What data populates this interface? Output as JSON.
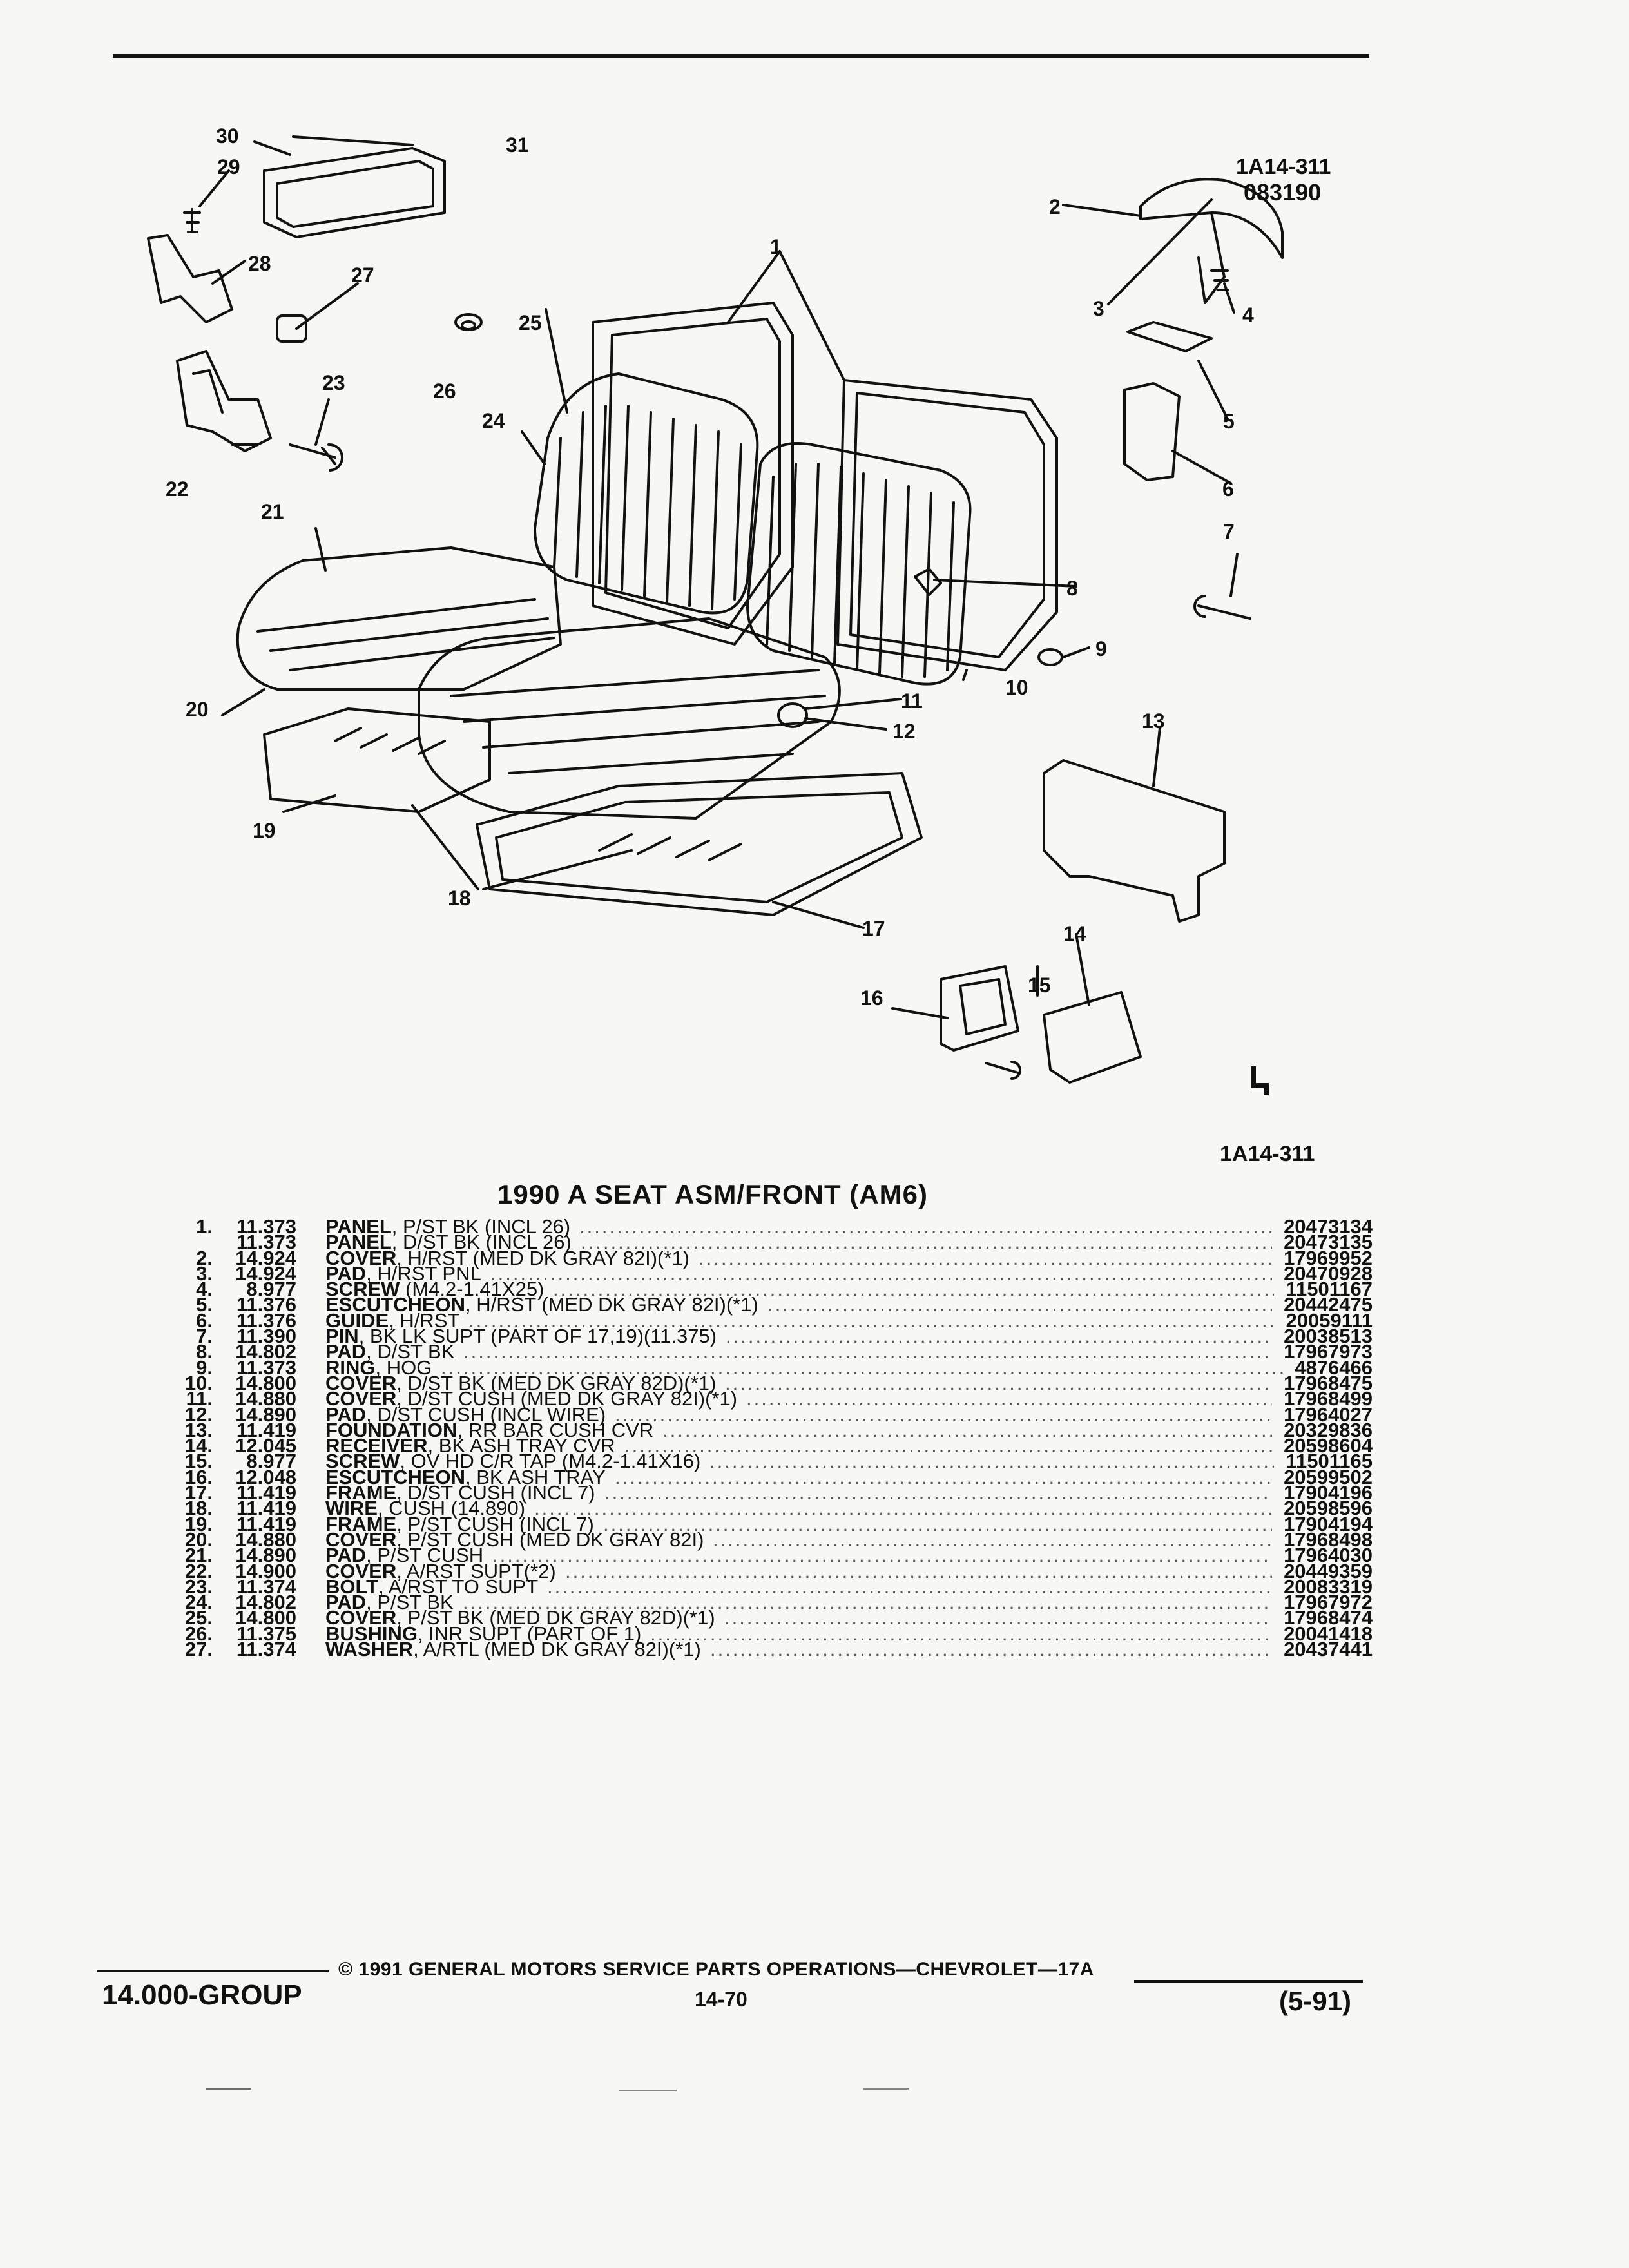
{
  "figure": {
    "id_top": "1A14-311",
    "date_code": "083190",
    "id_bottom": "1A14-311",
    "callouts": [
      "1",
      "2",
      "3",
      "4",
      "5",
      "6",
      "7",
      "8",
      "9",
      "10",
      "11",
      "12",
      "13",
      "14",
      "15",
      "16",
      "17",
      "18",
      "19",
      "20",
      "21",
      "22",
      "23",
      "24",
      "25",
      "26",
      "27",
      "28",
      "29",
      "30",
      "31"
    ]
  },
  "title": "1990 A SEAT ASM/FRONT (AM6)",
  "parts": [
    {
      "num": "1.",
      "group": "11.373",
      "name": "PANEL",
      "desc": ", P/ST BK (INCL 26)",
      "pn": "20473134"
    },
    {
      "num": "",
      "group": "11.373",
      "name": "PANEL",
      "desc": ", D/ST BK (INCL 26)",
      "pn": "20473135"
    },
    {
      "num": "2.",
      "group": "14.924",
      "name": "COVER",
      "desc": ", H/RST (MED DK GRAY 82I)(*1)",
      "pn": "17969952"
    },
    {
      "num": "3.",
      "group": "14.924",
      "name": "PAD",
      "desc": ", H/RST PNL",
      "pn": "20470928"
    },
    {
      "num": "4.",
      "group": "8.977",
      "name": "SCREW",
      "desc": " (M4.2-1.41X25)",
      "pn": "11501167"
    },
    {
      "num": "5.",
      "group": "11.376",
      "name": "ESCUTCHEON",
      "desc": ", H/RST (MED DK GRAY 82I)(*1)",
      "pn": "20442475"
    },
    {
      "num": "6.",
      "group": "11.376",
      "name": "GUIDE",
      "desc": ", H/RST",
      "pn": "20059111"
    },
    {
      "num": "7.",
      "group": "11.390",
      "name": "PIN",
      "desc": ", BK LK SUPT (PART OF 17,19)(11.375)",
      "pn": "20038513"
    },
    {
      "num": "8.",
      "group": "14.802",
      "name": "PAD",
      "desc": ", D/ST BK",
      "pn": "17967973"
    },
    {
      "num": "9.",
      "group": "11.373",
      "name": "RING",
      "desc": ", HOG",
      "pn": "4876466"
    },
    {
      "num": "10.",
      "group": "14.800",
      "name": "COVER",
      "desc": ", D/ST BK (MED DK GRAY 82D)(*1)",
      "pn": "17968475"
    },
    {
      "num": "11.",
      "group": "14.880",
      "name": "COVER",
      "desc": ", D/ST CUSH (MED DK GRAY 82I)(*1)",
      "pn": "17968499"
    },
    {
      "num": "12.",
      "group": "14.890",
      "name": "PAD",
      "desc": ", D/ST CUSH (INCL WIRE)",
      "pn": "17964027"
    },
    {
      "num": "13.",
      "group": "11.419",
      "name": "FOUNDATION",
      "desc": ", RR BAR CUSH CVR",
      "pn": "20329836"
    },
    {
      "num": "14.",
      "group": "12.045",
      "name": "RECEIVER",
      "desc": ", BK ASH TRAY CVR",
      "pn": "20598604"
    },
    {
      "num": "15.",
      "group": "8.977",
      "name": "SCREW",
      "desc": ", OV HD C/R TAP (M4.2-1.41X16)",
      "pn": "11501165"
    },
    {
      "num": "16.",
      "group": "12.048",
      "name": "ESCUTCHEON",
      "desc": ", BK ASH TRAY",
      "pn": "20599502"
    },
    {
      "num": "17.",
      "group": "11.419",
      "name": "FRAME",
      "desc": ", D/ST CUSH (INCL 7)",
      "pn": "17904196"
    },
    {
      "num": "18.",
      "group": "11.419",
      "name": "WIRE",
      "desc": ", CUSH (14.890)",
      "pn": "20598596"
    },
    {
      "num": "19.",
      "group": "11.419",
      "name": "FRAME",
      "desc": ", P/ST CUSH (INCL 7)",
      "pn": "17904194"
    },
    {
      "num": "20.",
      "group": "14.880",
      "name": "COVER",
      "desc": ", P/ST CUSH (MED DK GRAY 82I)",
      "pn": "17968498"
    },
    {
      "num": "21.",
      "group": "14.890",
      "name": "PAD",
      "desc": ", P/ST CUSH",
      "pn": "17964030"
    },
    {
      "num": "22.",
      "group": "14.900",
      "name": "COVER",
      "desc": ", A/RST SUPT(*2)",
      "pn": "20449359"
    },
    {
      "num": "23.",
      "group": "11.374",
      "name": "BOLT",
      "desc": ", A/RST TO SUPT",
      "pn": "20083319"
    },
    {
      "num": "24.",
      "group": "14.802",
      "name": "PAD",
      "desc": ", P/ST BK",
      "pn": "17967972"
    },
    {
      "num": "25.",
      "group": "14.800",
      "name": "COVER",
      "desc": ", P/ST BK (MED DK GRAY 82D)(*1)",
      "pn": "17968474"
    },
    {
      "num": "26.",
      "group": "11.375",
      "name": "BUSHING",
      "desc": ", INR SUPT (PART OF 1)",
      "pn": "20041418"
    },
    {
      "num": "27.",
      "group": "11.374",
      "name": "WASHER",
      "desc": ", A/RTL (MED DK GRAY 82I)(*1)",
      "pn": "20437441"
    }
  ],
  "footer": {
    "copyright": "© 1991 GENERAL MOTORS SERVICE PARTS OPERATIONS—CHEVROLET—17A",
    "group": "14.000-GROUP",
    "page": "14-70",
    "date": "(5-91)"
  }
}
